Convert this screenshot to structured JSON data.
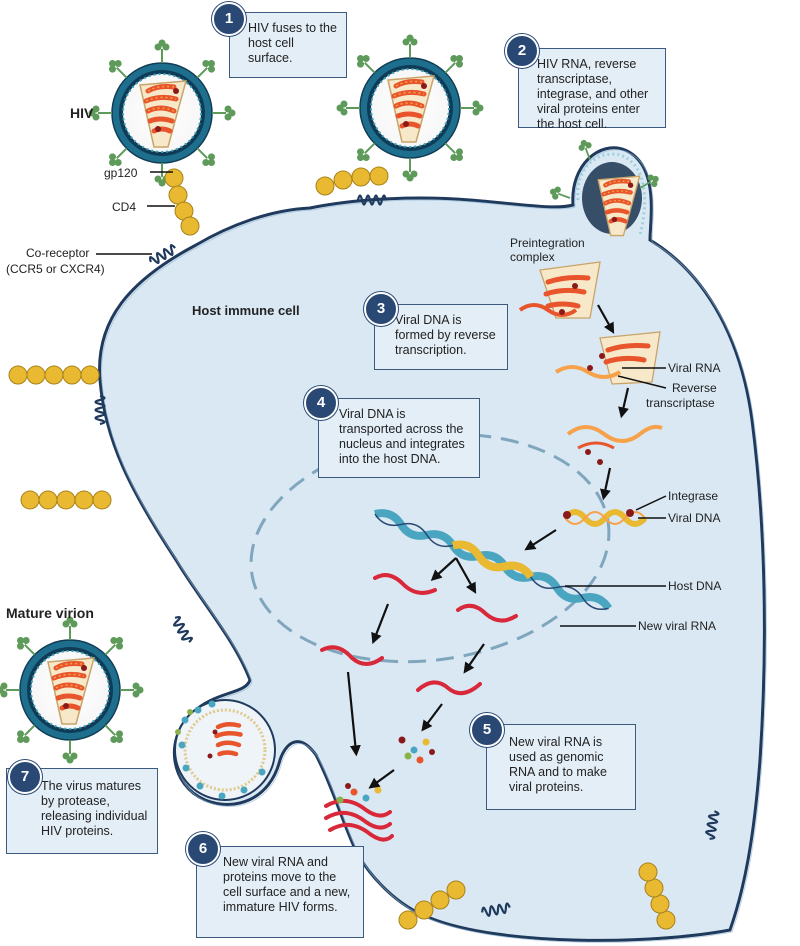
{
  "steps": [
    {
      "num": "1",
      "text": "HIV fuses to the host cell surface."
    },
    {
      "num": "2",
      "text": "HIV RNA, reverse transcriptase, integrase, and other viral proteins enter the host cell."
    },
    {
      "num": "3",
      "text": "Viral DNA is formed by reverse transcription."
    },
    {
      "num": "4",
      "text": "Viral DNA is transported across the nucleus and integrates into the host DNA."
    },
    {
      "num": "5",
      "text": "New viral RNA is used as genomic RNA and to make viral proteins."
    },
    {
      "num": "6",
      "text": "New viral RNA and proteins move to the cell surface and a new, immature HIV forms."
    },
    {
      "num": "7",
      "text": "The virus matures by protease, releasing individual HIV proteins."
    }
  ],
  "labels": {
    "hiv": "HIV",
    "gp120": "gp120",
    "cd4": "CD4",
    "coreceptor_line1": "Co-receptor",
    "coreceptor_line2": "(CCR5 or CXCR4)",
    "host_cell": "Host immune cell",
    "preintegration_line1": "Preintegration",
    "preintegration_line2": "complex",
    "viral_rna": "Viral RNA",
    "reverse_line1": "Reverse",
    "reverse_line2": "transcriptase",
    "integrase": "Integrase",
    "viral_dna": "Viral DNA",
    "host_dna": "Host DNA",
    "new_viral_rna": "New viral RNA",
    "mature_virion": "Mature virion"
  },
  "colors": {
    "cytoplasm": "#d9e8f3",
    "membrane": "#1f3a5c",
    "box_fill": "#e3eef7",
    "badge": "#2a4874",
    "receptor": "#e8b931",
    "rna": "#d8283a",
    "capsid": "#f6e8c8",
    "viral_core": "#e8542b",
    "virion_envelope": "#1e6e8e",
    "gp_spike": "#5e9a5a"
  }
}
